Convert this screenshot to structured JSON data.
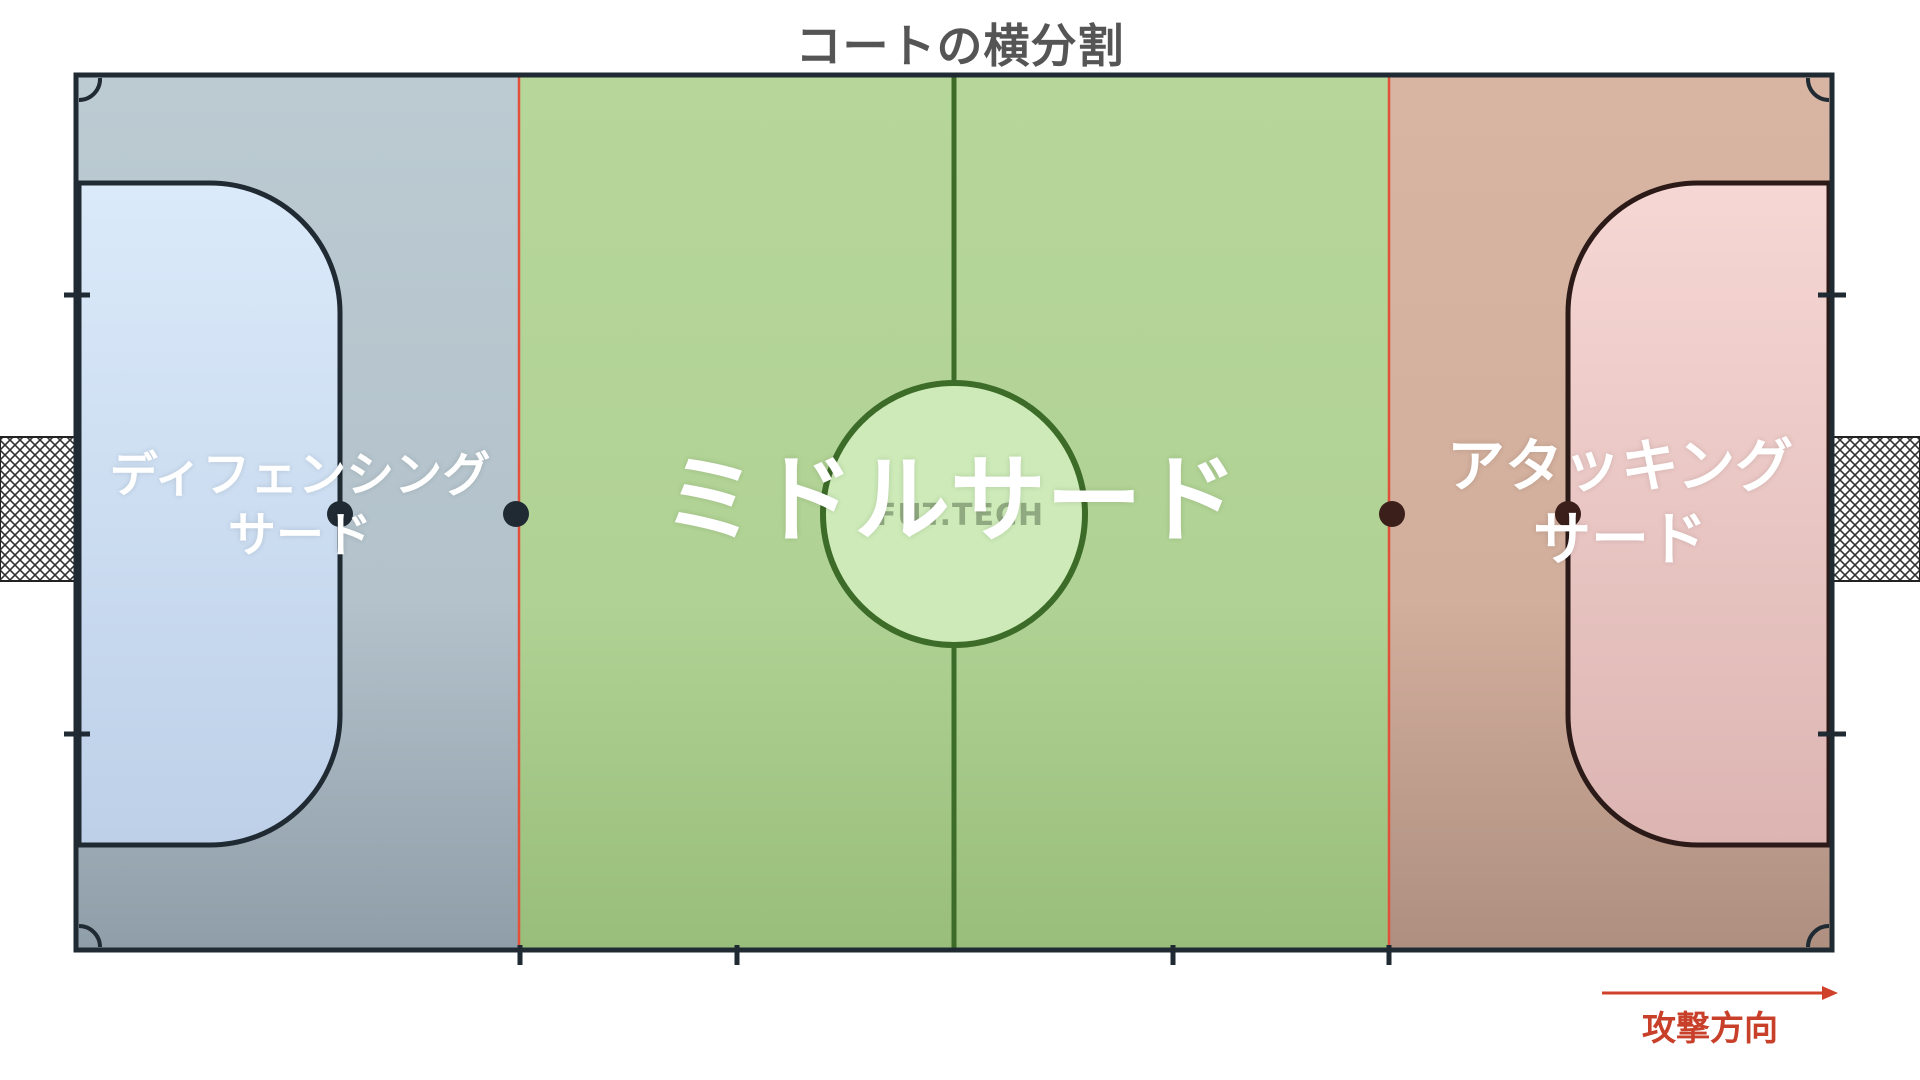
{
  "title": "コートの横分割",
  "zones": {
    "defending": {
      "label_line1": "ディフェンシング",
      "label_line2": "サード",
      "color": "#b9c8d0"
    },
    "middle": {
      "label": "ミドルサード",
      "color": "#b6d59a"
    },
    "attacking": {
      "label_line1": "アタッキング",
      "label_line2": "サード",
      "color": "#d9b6a4"
    }
  },
  "watermark": "FUT.TECH",
  "direction": {
    "label": "攻撃方向",
    "color": "#d0412b"
  },
  "colors": {
    "court_line": "#1f2a33",
    "middle_line": "#3d6b28",
    "third_divider": "#e0503a",
    "defending_area": "#d9e9f8",
    "attacking_area": "#f5d6d3",
    "center_circle_fill": "#cdeab8"
  }
}
